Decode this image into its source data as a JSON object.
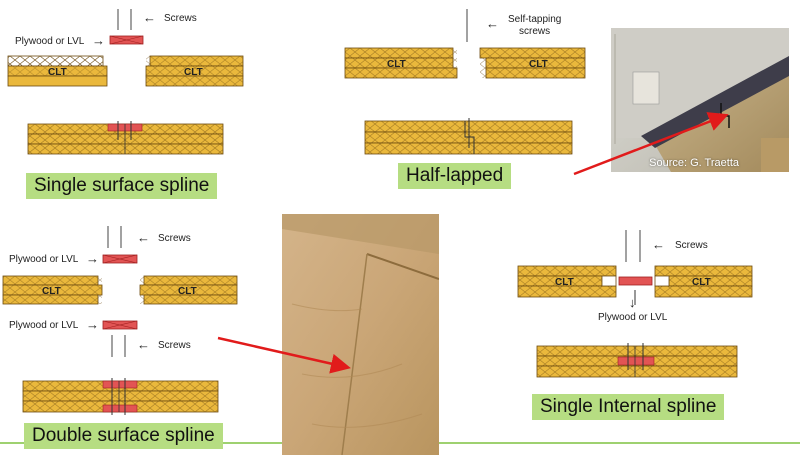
{
  "colors": {
    "wood": "#eab83c",
    "wood_line": "#6b4a10",
    "spline": "#e25454",
    "caption_bg": "#b6dd82",
    "arrow": "#e11b1b",
    "footer_line": "#7fc241"
  },
  "labels": {
    "screws": "Screws",
    "self_tapping": "Self-tapping",
    "self_tapping_2": "screws",
    "plywood": "Plywood or LVL",
    "clt": "CLT",
    "arrow_left": "←",
    "arrow_right": "→",
    "arrow_down": "↓"
  },
  "captions": {
    "single_surface": "Single surface spline",
    "half_lapped": "Half-lapped",
    "double_surface": "Double surface spline",
    "single_internal": "Single Internal spline"
  },
  "photos": {
    "top_right_source": "Source: G. Traetta"
  }
}
